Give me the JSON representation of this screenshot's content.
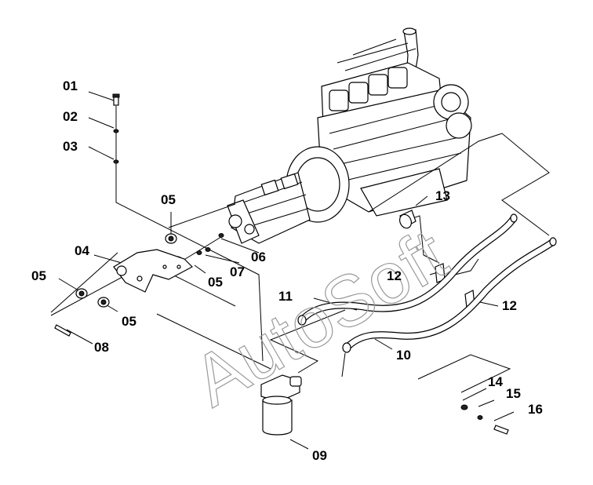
{
  "watermark": "AutoSoft",
  "callouts": [
    {
      "id": "01",
      "text": "01"
    },
    {
      "id": "02",
      "text": "02"
    },
    {
      "id": "03",
      "text": "03"
    },
    {
      "id": "04",
      "text": "04"
    },
    {
      "id": "05a",
      "text": "05"
    },
    {
      "id": "05b",
      "text": "05"
    },
    {
      "id": "05c",
      "text": "05"
    },
    {
      "id": "05d",
      "text": "05"
    },
    {
      "id": "06",
      "text": "06"
    },
    {
      "id": "07",
      "text": "07"
    },
    {
      "id": "08",
      "text": "08"
    },
    {
      "id": "09",
      "text": "09"
    },
    {
      "id": "10",
      "text": "10"
    },
    {
      "id": "11",
      "text": "11"
    },
    {
      "id": "12a",
      "text": "12"
    },
    {
      "id": "12b",
      "text": "12"
    },
    {
      "id": "13",
      "text": "13"
    },
    {
      "id": "14",
      "text": "14"
    },
    {
      "id": "15",
      "text": "15"
    },
    {
      "id": "16",
      "text": "16"
    }
  ]
}
